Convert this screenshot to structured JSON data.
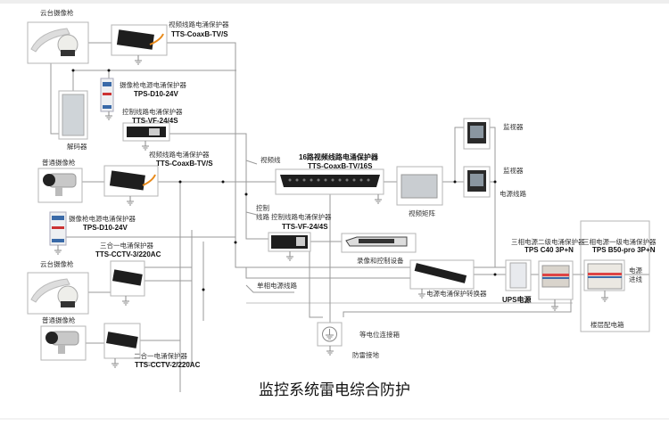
{
  "title": "监控系统雷电综合防护",
  "colors": {
    "line": "#9a9a9a",
    "device_dark": "#1e1e1e",
    "accent_orange": "#e88a1a",
    "title": "#111111"
  },
  "labels": {
    "ptz_camera_1": "云台摄像枪",
    "coax_protector_1": "视频线路电涌保护器",
    "coax_protector_1_model": "TTS-CoaxB-TV/S",
    "camera_power_1": "摄像枪电源电涌保护器",
    "camera_power_1_model": "TPS-D10-24V",
    "control_protector_1": "控制线路电涌保护器",
    "control_protector_1_model": "TTS-VF-24/4S",
    "decoder": "解码器",
    "normal_camera_1": "普通摄像枪",
    "coax_protector_2": "视频线路电涌保护器",
    "coax_protector_2_model": "TTS-CoaxB-TV/S",
    "camera_power_2": "摄像枪电源电涌保护器",
    "camera_power_2_model": "TPS-D10-24V",
    "three_in_one": "三合一电涌保护器",
    "three_in_one_model": "TTS-CCTV-3/220AC",
    "ptz_camera_2": "云台摄像枪",
    "normal_camera_2": "普通摄像枪",
    "two_in_one": "二合一电涌保护器",
    "two_in_one_model": "TTS-CCTV-2/220AC",
    "video_line": "视频线",
    "coax_16": "16路视频线路电涌保护器",
    "coax_16_model": "TTS-CoaxB-TV/16S",
    "video_matrix": "视频矩阵",
    "monitor_1": "监视器",
    "monitor_2": "监视器",
    "power_line": "电源线路",
    "control_line_1": "控制",
    "control_line_2": "线路",
    "control_protector_2": "控制线路电涌保护器",
    "control_protector_2_model": "TTS-VF-24/4S",
    "recorder": "录像和控制设备",
    "single_phase": "单相电源线路",
    "pdu": "电源电涌保护转换器",
    "ups": "UPS电源",
    "tps_c40": "三相电源二级电涌保护器",
    "tps_c40_model": "TPS C40 3P+N",
    "tps_b50": "三相电源一级电涌保护器",
    "tps_b50_model": "TPS B50-pro 3P+N",
    "power_in_1": "电源",
    "power_in_2": "进线",
    "floor_box": "楼层配电箱",
    "equipotential": "等电位连接箱",
    "grounding": "防雷接地"
  }
}
